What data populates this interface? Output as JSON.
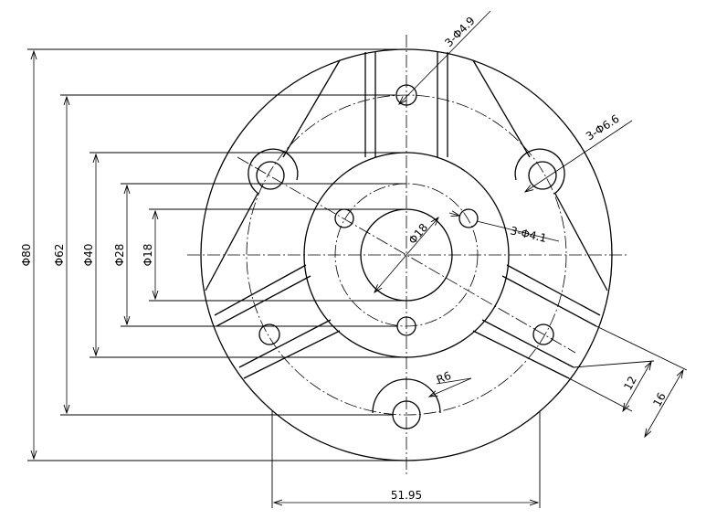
{
  "labels": {
    "d80": "Φ80",
    "d62": "Φ62",
    "d40": "Φ40",
    "d28": "Φ28",
    "d18_vert": "Φ18",
    "d18_center": "Φ18",
    "holes_49": "3-Φ4.9",
    "holes_66": "3-Φ6.6",
    "holes_41": "3-Φ4.1",
    "radius": "R6",
    "width": "51.95",
    "slot12": "12",
    "slot16": "16"
  }
}
